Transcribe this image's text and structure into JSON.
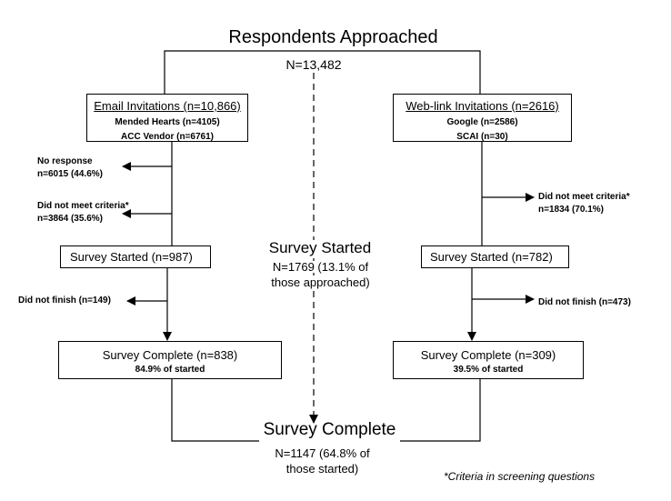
{
  "top": {
    "title": "Respondents Approached",
    "total": "N=13,482"
  },
  "left": {
    "invite_title": "Email Invitations (n=10,866)",
    "invite_sub1": "Mended Hearts (n=4105)",
    "invite_sub2": "ACC Vendor (n=6761)",
    "no_response_1": "No response",
    "no_response_2": "n=6015 (44.6%)",
    "not_met_1": "Did not meet criteria*",
    "not_met_2": "n=3864 (35.6%)",
    "started": "Survey Started  (n=987)",
    "not_finish": "Did not finish (n=149)",
    "complete_title": "Survey Complete (n=838)",
    "complete_sub": "84.9% of started"
  },
  "right": {
    "invite_title": "Web-link Invitations (n=2616)",
    "invite_sub1": "Google  (n=2586)",
    "invite_sub2": "SCAI  (n=30)",
    "not_met_1": "Did not meet criteria*",
    "not_met_2": "n=1834 (70.1%)",
    "started": "Survey Started (n=782)",
    "not_finish": "Did not finish (n=473)",
    "complete_title": "Survey Complete  (n=309)",
    "complete_sub": "39.5% of started"
  },
  "center": {
    "started_title": "Survey Started",
    "started_line1": "N=1769 (13.1% of",
    "started_line2": "those approached)",
    "complete_title": "Survey Complete",
    "complete_line1": "N=1147 (64.8% of",
    "complete_line2": "those started)"
  },
  "footnote": "*Criteria in screening questions"
}
